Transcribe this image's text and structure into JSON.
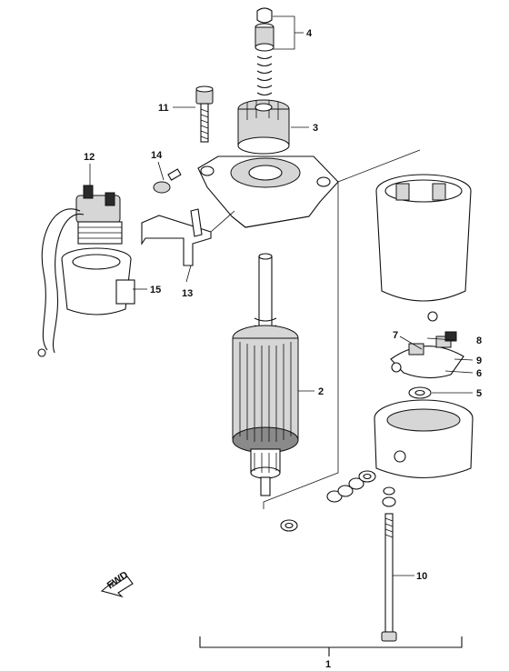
{
  "callouts": {
    "c1": "1",
    "c2": "2",
    "c3": "3",
    "c4": "4",
    "c5": "5",
    "c6": "6",
    "c7": "7",
    "c8": "8",
    "c9": "9",
    "c10": "10",
    "c11": "11",
    "c12": "12",
    "c13": "13",
    "c14": "14",
    "c15": "15"
  },
  "front_arrow": {
    "label": "FWD"
  }
}
